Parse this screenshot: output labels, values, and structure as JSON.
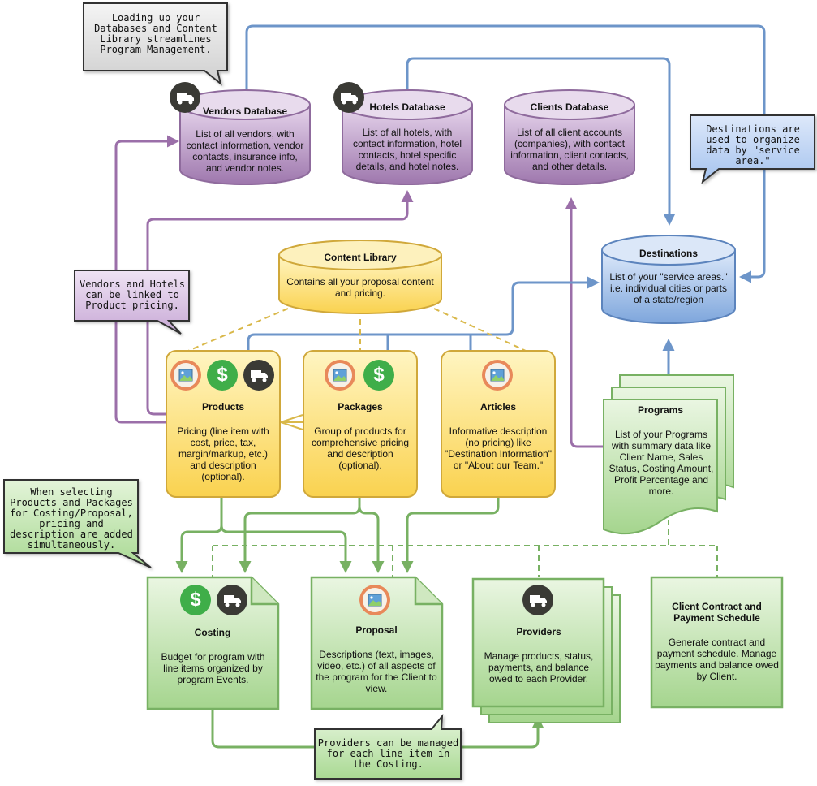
{
  "colors": {
    "purple": "#9b6fa9",
    "blue": "#6d95c9",
    "yellow": "#f6d046",
    "green": "#78b163",
    "gray_note": "#dddddd",
    "purple_note": "#dcc7e4",
    "blue_note": "#b9d0f0",
    "green_note": "#c5e5b6"
  },
  "icons": {
    "truck": "truck-icon",
    "dollar": "dollar-icon",
    "image": "image-icon"
  },
  "dollar_glyph": "$",
  "databases": {
    "vendors": {
      "title": "Vendors Database",
      "desc": "List of all vendors, with contact information, vendor contacts, insurance info, and vendor notes."
    },
    "hotels": {
      "title": "Hotels Database",
      "desc": "List of all hotels, with contact information, hotel contacts, hotel specific details, and hotel notes."
    },
    "clients": {
      "title": "Clients Database",
      "desc": "List of all client accounts (companies), with contact information, client contacts, and other details."
    },
    "content_library": {
      "title": "Content Library",
      "desc": "Contains all your proposal content and pricing."
    },
    "destinations": {
      "title": "Destinations",
      "desc": "List of your \"service areas.\" i.e. individual cities or parts of a state/region"
    }
  },
  "content_boxes": {
    "products": {
      "title": "Products",
      "desc": "Pricing (line item with cost, price, tax, margin/markup, etc.) and description (optional)."
    },
    "packages": {
      "title": "Packages",
      "desc": "Group of products for comprehensive pricing and description (optional)."
    },
    "articles": {
      "title": "Articles",
      "desc": "Informative description (no pricing) like \"Destination Information\" or \"About our Team.\""
    }
  },
  "programs": {
    "title": "Programs",
    "desc": "List of your Programs with summary data like Client Name, Sales Status, Costing Amount, Profit Percentage and more."
  },
  "outputs": {
    "costing": {
      "title": "Costing",
      "desc": "Budget for program with line items organized by program Events."
    },
    "proposal": {
      "title": "Proposal",
      "desc": "Descriptions (text, images, video, etc.) of all aspects of the program for the Client to view."
    },
    "providers": {
      "title": "Providers",
      "desc": "Manage products, status, payments, and balance owed to each Provider."
    },
    "client_contract": {
      "title": "Client Contract and Payment Schedule",
      "desc": "Generate contract and payment schedule. Manage payments and balance owed by Client."
    }
  },
  "notes": {
    "loading": "Loading up your Databases and Content Library streamlines Program Management.",
    "destinations": "Destinations are used to organize data by \"service area.\"",
    "vendors_hotels": "Vendors and Hotels can be linked to Product pricing.",
    "selecting": "When selecting Products and Packages for Costing/Proposal, pricing and description are added simultaneously.",
    "providers": "Providers can be managed for each line item in the Costing."
  }
}
